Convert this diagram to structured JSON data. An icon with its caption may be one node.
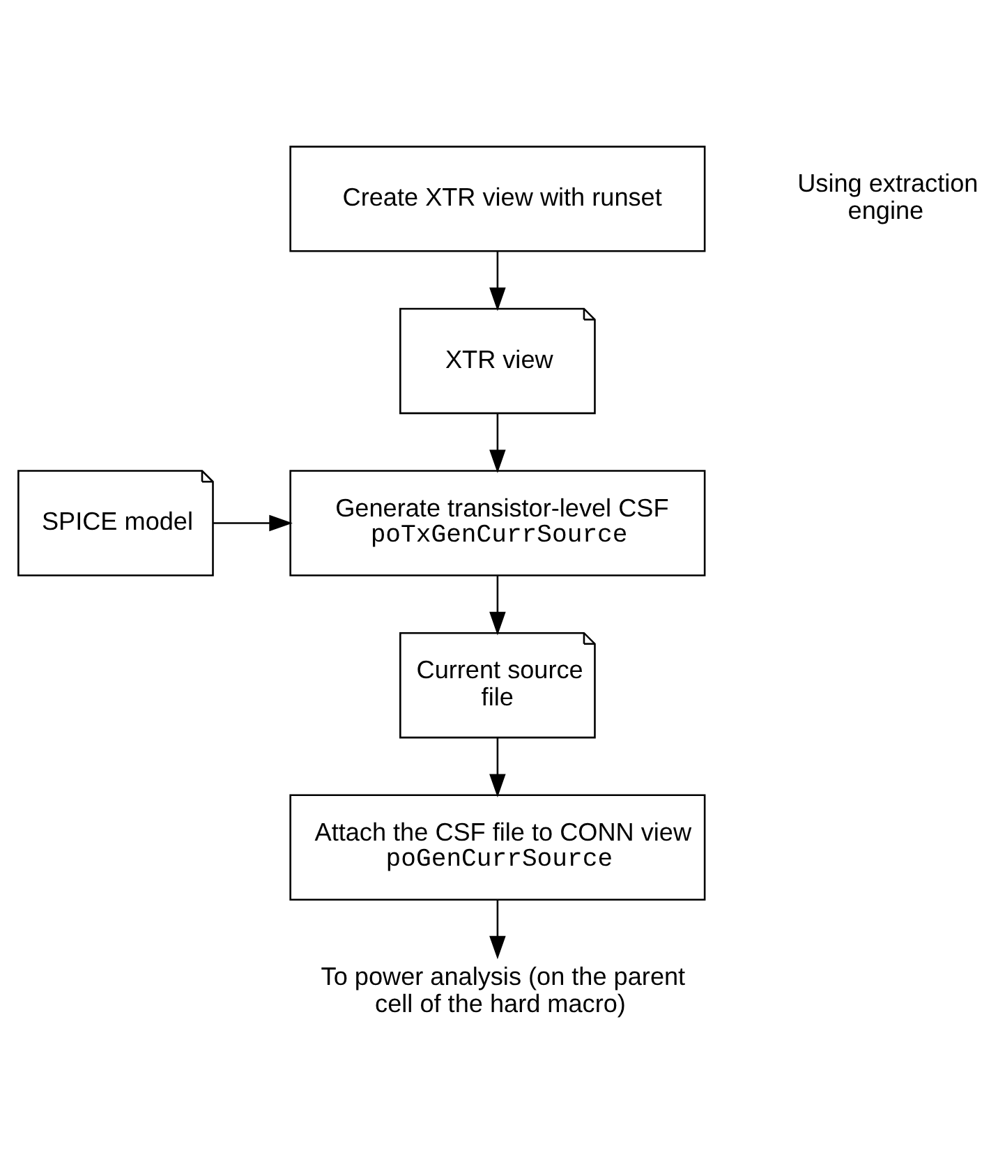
{
  "diagram": {
    "nodes": [
      {
        "text": [
          "Create XTR view with runset"
        ],
        "beside": [
          "Using extraction engine"
        ]
      },
      {
        "text": [
          "XTR view"
        ]
      },
      {
        "text": [
          "Generate transistor-level CSF",
          "poTxGenCurrSource"
        ]
      },
      {
        "text": [
          "SPICE model"
        ]
      },
      {
        "text": [
          "Current source file"
        ]
      },
      {
        "text": [
          "Attach the CSF file to CONN view",
          "poGenCurrSource"
        ]
      },
      {
        "text": [
          "To power analysis (on the parent cell of the hard macro)"
        ]
      }
    ],
    "edges": [
      {
        "from": 0,
        "to": 1,
        "arrow": "to"
      },
      {
        "from": 1,
        "to": 2,
        "arrow": "to"
      },
      {
        "from": 3,
        "to": 2,
        "arrow": "to"
      },
      {
        "from": 2,
        "to": 4,
        "arrow": "to"
      },
      {
        "from": 4,
        "to": 5,
        "arrow": "to"
      },
      {
        "from": 5,
        "to": 6,
        "arrow": "to"
      }
    ]
  }
}
